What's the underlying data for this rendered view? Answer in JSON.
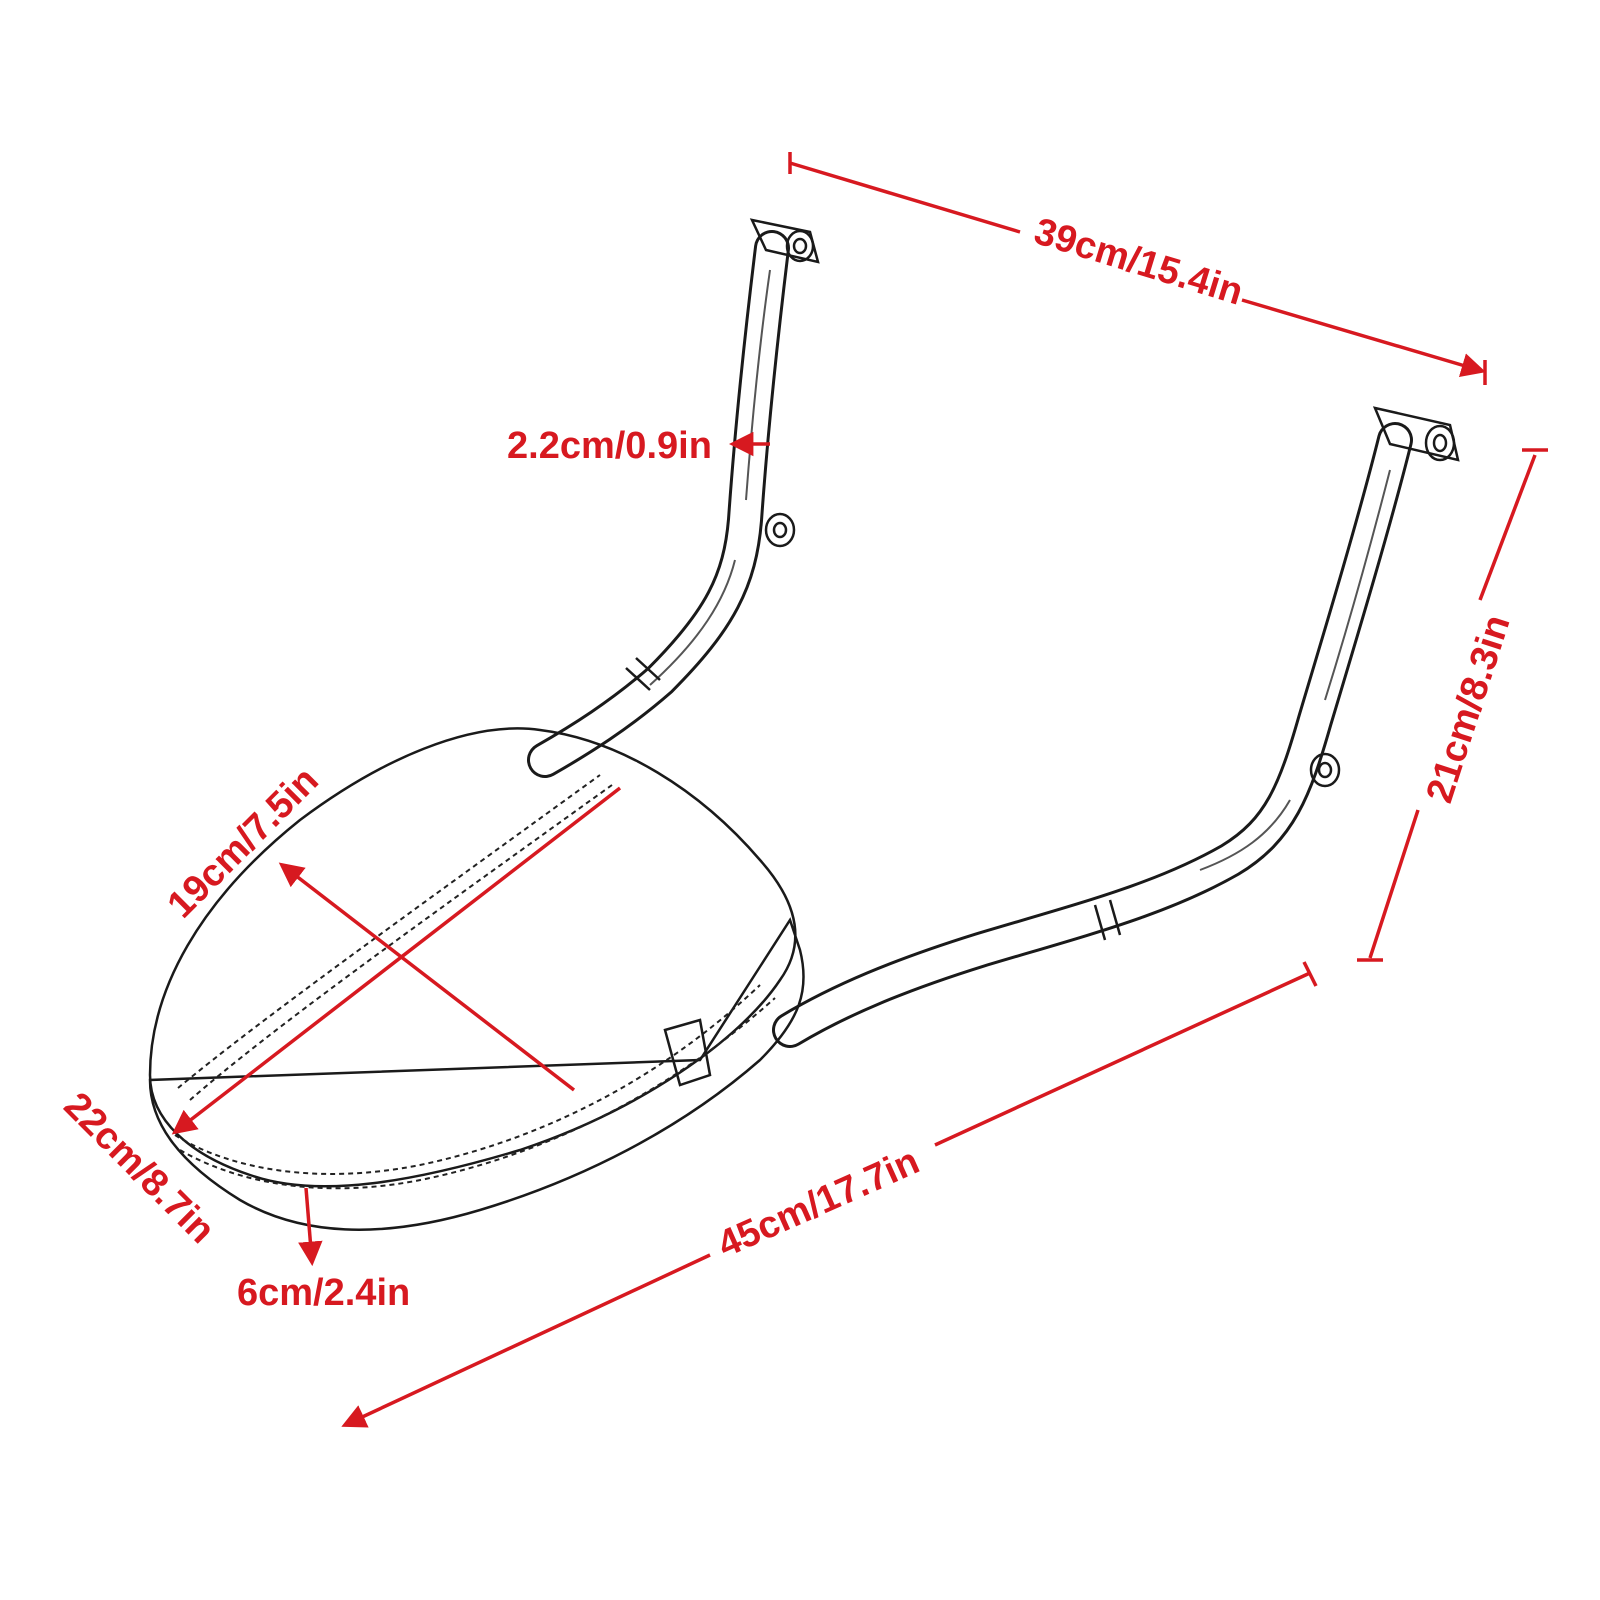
{
  "colors": {
    "dimension": "#d71920",
    "outline": "#1a1a1a",
    "background": "#ffffff"
  },
  "dimensions": {
    "top_width": "39cm/15.4in",
    "tube_diameter": "2.2cm/0.9in",
    "side_height": "21cm/8.3in",
    "pad_width": "19cm/7.5in",
    "pad_length": "22cm/8.7in",
    "overall_length": "45cm/17.7in",
    "pad_thickness": "6cm/2.4in"
  }
}
